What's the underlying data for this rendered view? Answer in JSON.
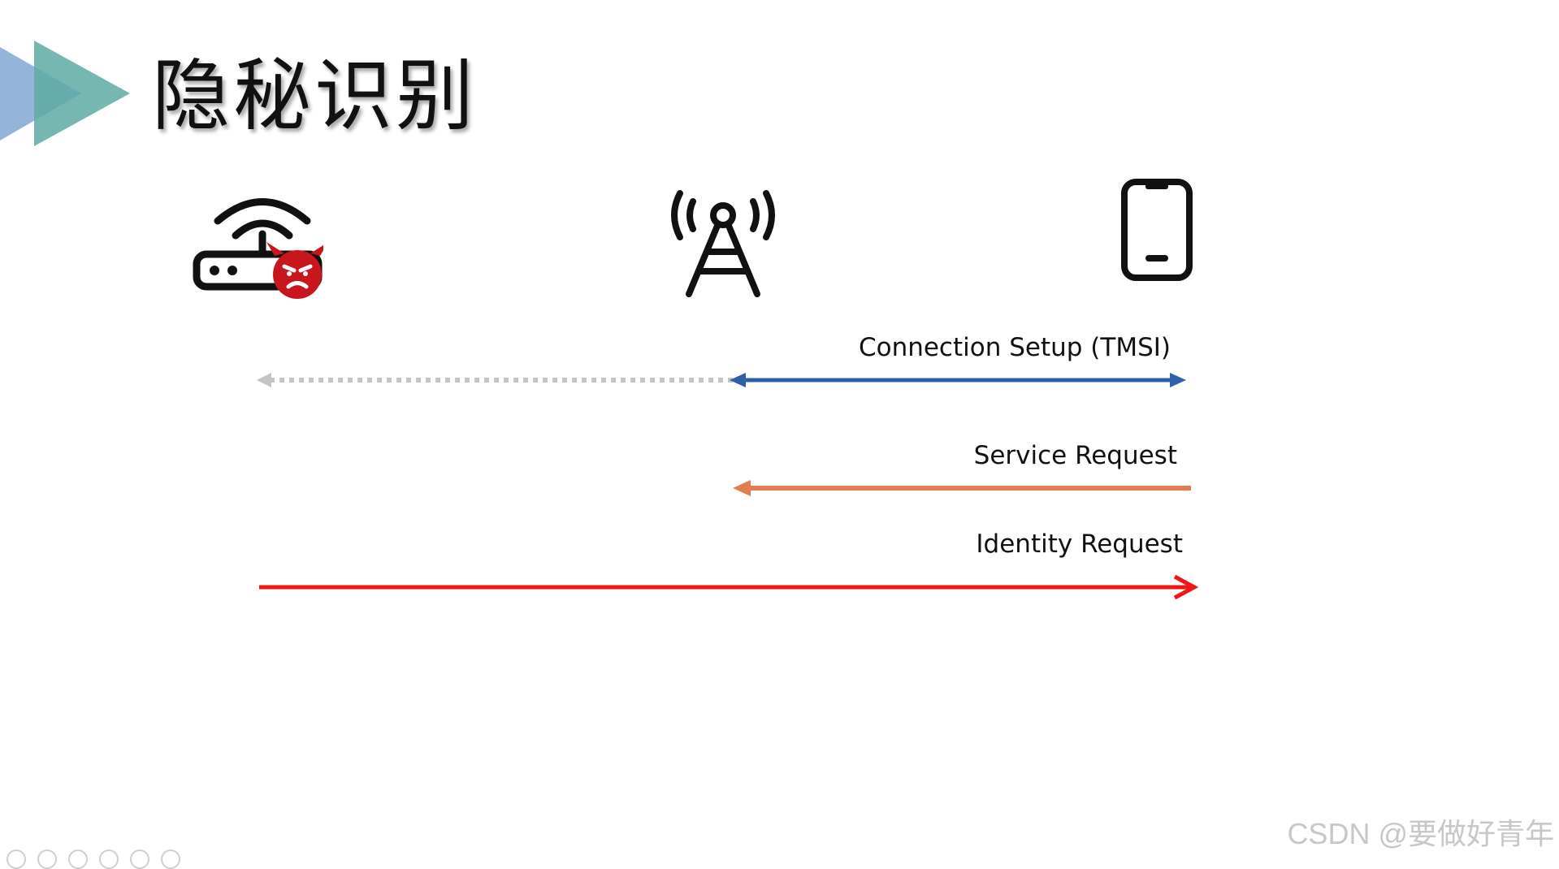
{
  "slide": {
    "title": "隐秘识别"
  },
  "icons": {
    "logo": "play-triangles-logo",
    "attacker": "rogue-router-devil-icon",
    "base_station": "cell-tower-icon",
    "device": "smartphone-icon"
  },
  "messages": [
    {
      "label": "Connection Setup (TMSI)",
      "color": "#2e5faa",
      "direction": "bidirectional"
    },
    {
      "label": "Service Request",
      "color": "#e07f4c",
      "direction": "to-base-station"
    },
    {
      "label": "Identity Request",
      "color": "#f01616",
      "direction": "to-device"
    }
  ],
  "colors": {
    "dotted_line": "#c4c4c4",
    "devil": "#c8161d",
    "logo_blue": "#8fb0d8",
    "logo_teal": "#5faaa5"
  },
  "watermark": "CSDN @要做好青年"
}
